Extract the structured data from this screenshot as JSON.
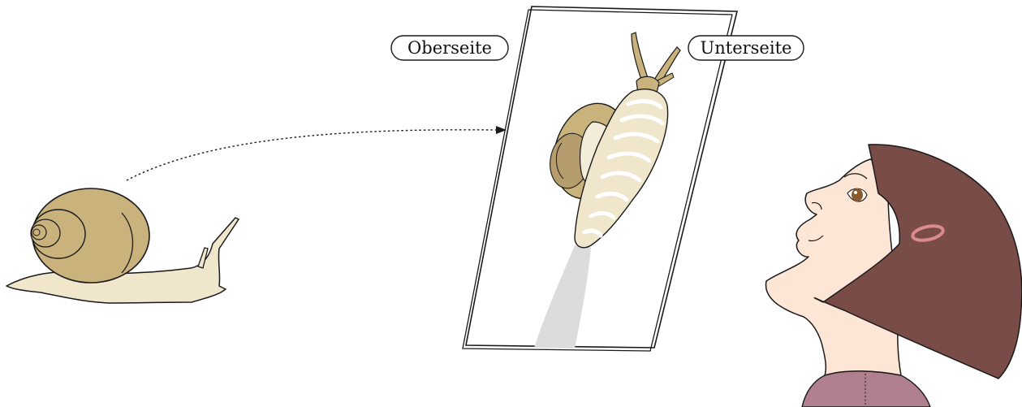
{
  "labels": {
    "top_side": "Oberseite",
    "under_side": "Unterseite"
  },
  "colors": {
    "shell": "#c9b27c",
    "shell_dark": "#a8916a",
    "snail_body": "#f0e6cc",
    "belly_stripe": "#f6f1e4",
    "slime_trail": "#dcdcdc",
    "hair": "#7a4c47",
    "skin": "#fde6d6",
    "shirt": "#b0808f",
    "hair_clip": "#d98b8f",
    "outline": "#1a1a1a"
  },
  "icons": {
    "snail_crawling": "snail-side-view",
    "snail_on_glass": "snail-underside-view",
    "glass_pane": "glass-plate",
    "observer": "girl-looking-up"
  }
}
